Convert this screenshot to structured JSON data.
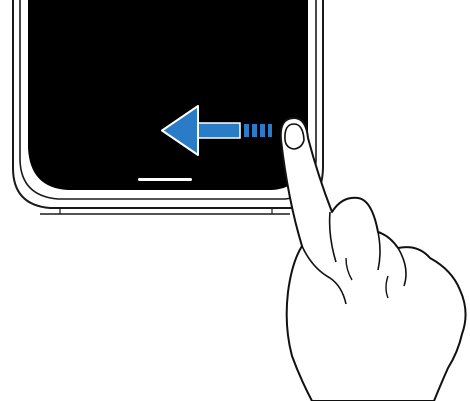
{
  "illustration": {
    "device": "smartphone",
    "gesture": "swipe-left-from-bottom-edge",
    "icons": {
      "phone": "phone-frame",
      "screen": "phone-screen",
      "home_indicator": "gesture-handle-icon",
      "arrow": "swipe-left-arrow-icon",
      "hand": "pointing-hand-icon"
    },
    "colors": {
      "screen": "#000000",
      "frame_stroke": "#1a1a1a",
      "frame_fill": "#ffffff",
      "arrow": "#2a7cc7",
      "arrow_stroke": "#ffffff",
      "handle": "#ffffff",
      "hand_fill": "#ffffff",
      "hand_stroke": "#111111"
    }
  }
}
